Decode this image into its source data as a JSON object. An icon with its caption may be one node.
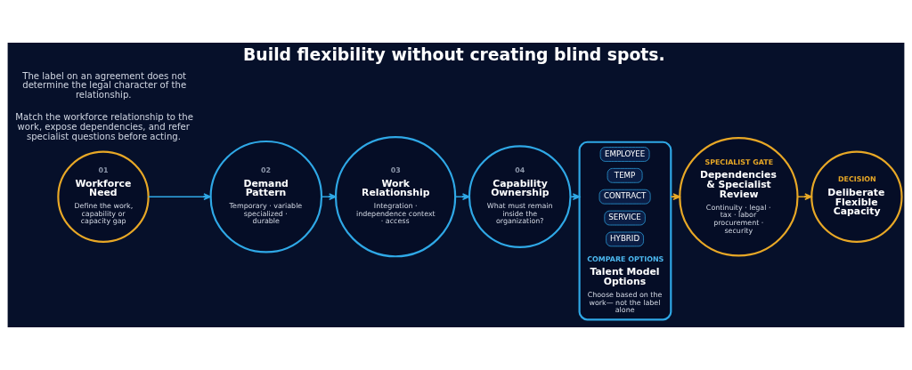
{
  "diagram": {
    "title": "Build flexibility without creating blind spots.",
    "nodes": [
      {
        "text": [
          "01",
          "Workforce Need",
          "Define the work, capability or capacity gap"
        ]
      },
      {
        "text": [
          "02",
          "Demand Pattern",
          "Temporary · variable specialized · durable"
        ]
      },
      {
        "text": [
          "03",
          "Work Relationship",
          "Integration · independence context · access"
        ]
      },
      {
        "text": [
          "04",
          "Capability Ownership",
          "What must remain inside the organization?"
        ]
      },
      {
        "text": [
          "COMPARE OPTIONS",
          "Talent Model Options",
          "Choose based on the work— not the label alone"
        ]
      },
      {
        "text": [
          "EMPLOYEE"
        ],
        "in": 4
      },
      {
        "text": [
          "TEMP"
        ],
        "in": 4
      },
      {
        "text": [
          "CONTRACT"
        ],
        "in": 4
      },
      {
        "text": [
          "SERVICE"
        ],
        "in": 4
      },
      {
        "text": [
          "HYBRID"
        ],
        "in": 4
      },
      {
        "text": [
          "SPECIALIST GATE",
          "Dependencies & Specialist Review",
          "Continuity · legal · tax · labor procurement · security"
        ]
      },
      {
        "text": [
          "DECISION",
          "Deliberate Flexible Capacity"
        ]
      }
    ],
    "edges": [
      {
        "from": 0,
        "to": 1,
        "arrow": "to"
      },
      {
        "from": 1,
        "to": 2,
        "arrow": "to"
      },
      {
        "from": 2,
        "to": 3,
        "arrow": "to"
      },
      {
        "from": 3,
        "to": 4,
        "arrow": "to"
      },
      {
        "from": 4,
        "to": 10,
        "arrow": "to",
        "color": "#e8a826"
      },
      {
        "from": 10,
        "to": 11,
        "arrow": "to",
        "color": "#e8a826"
      }
    ],
    "labels": [
      "Match the workforce relationship to the work, expose dependencies, and refer specialist questions before acting.",
      "The label on an agreement does not determine the legal character of the relationship."
    ]
  }
}
